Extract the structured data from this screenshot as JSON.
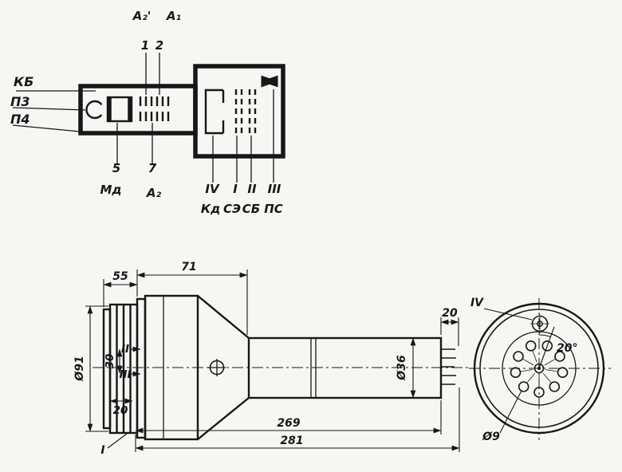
{
  "colors": {
    "ink": "#17171a",
    "paper": "#f7f6f2"
  },
  "schematic": {
    "top": {
      "a2p": "А₂'",
      "a1": "А₁",
      "n1": "1",
      "n2": "2"
    },
    "left": {
      "kb": "КБ",
      "p3": "П3",
      "p4": "П4"
    },
    "bottom": {
      "n5": "5",
      "md": "Мд",
      "n7": "7",
      "a2": "А₂",
      "iv": "IV",
      "kd": "Кд",
      "i": "I",
      "se": "СЭ",
      "ii": "II",
      "sb": "СБ",
      "iii": "III",
      "ps": "ПС"
    }
  },
  "side_view": {
    "dims": {
      "w55": "55",
      "w71": "71",
      "dia91": "Ø91",
      "h30": "30",
      "g20": "20",
      "pin20": "20",
      "dia36": "Ø36",
      "len269": "269",
      "len281": "281"
    },
    "marks": {
      "i": "I",
      "ii": "II",
      "iii": "III"
    }
  },
  "end_view": {
    "iv": "IV",
    "angle20": "20°",
    "dia9": "Ø9"
  }
}
